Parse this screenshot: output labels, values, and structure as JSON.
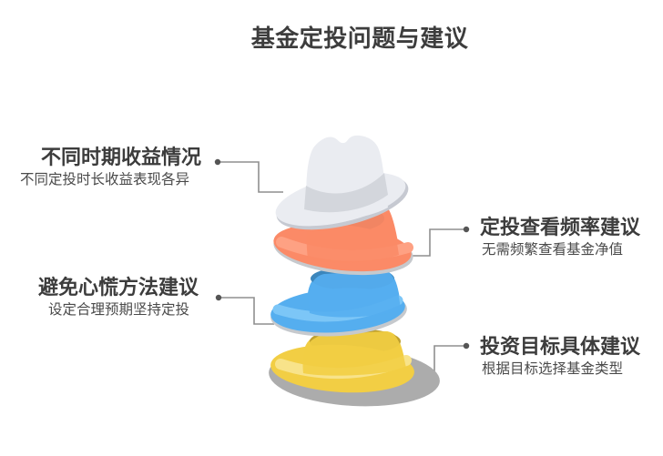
{
  "title": "基金定投问题与建议",
  "labels": {
    "left": [
      {
        "heading": "不同时期收益情况",
        "description": "不同定投时长收益表现各异"
      },
      {
        "heading": "避免心慌方法建议",
        "description": "设定合理预期坚持定投"
      }
    ],
    "right": [
      {
        "heading": "定投查看频率建议",
        "description": "无需频繁查看基金净值"
      },
      {
        "heading": "投资目标具体建议",
        "description": "根据目标选择基金类型"
      }
    ]
  },
  "illustration": {
    "description": "stack of four hats",
    "hats": [
      {
        "name": "white-fedora-hat",
        "fill": "#EAECF1",
        "band": "#D3D6DC",
        "under_edge": "#C6C9D1"
      },
      {
        "name": "orange-hat",
        "fill": "#FB8A67",
        "highlight": "#FEA183",
        "shadow": "#A8604B"
      },
      {
        "name": "blue-hat",
        "fill": "#55AEEF",
        "highlight": "#7CC6F7",
        "shadow": "#3C86BC"
      },
      {
        "name": "yellow-hat",
        "fill": "#F2CE44",
        "highlight": "#F8E38A",
        "shadow": "#BFA02E"
      }
    ],
    "base_color": "#ACACAC"
  },
  "colors": {
    "background": "#FFFFFF",
    "title_text": "#3D3D3D",
    "heading_text": "#3C3C3C",
    "description_text": "#4A4A4A",
    "connector_line": "#8F8F8F",
    "connector_dot": "#555555"
  }
}
